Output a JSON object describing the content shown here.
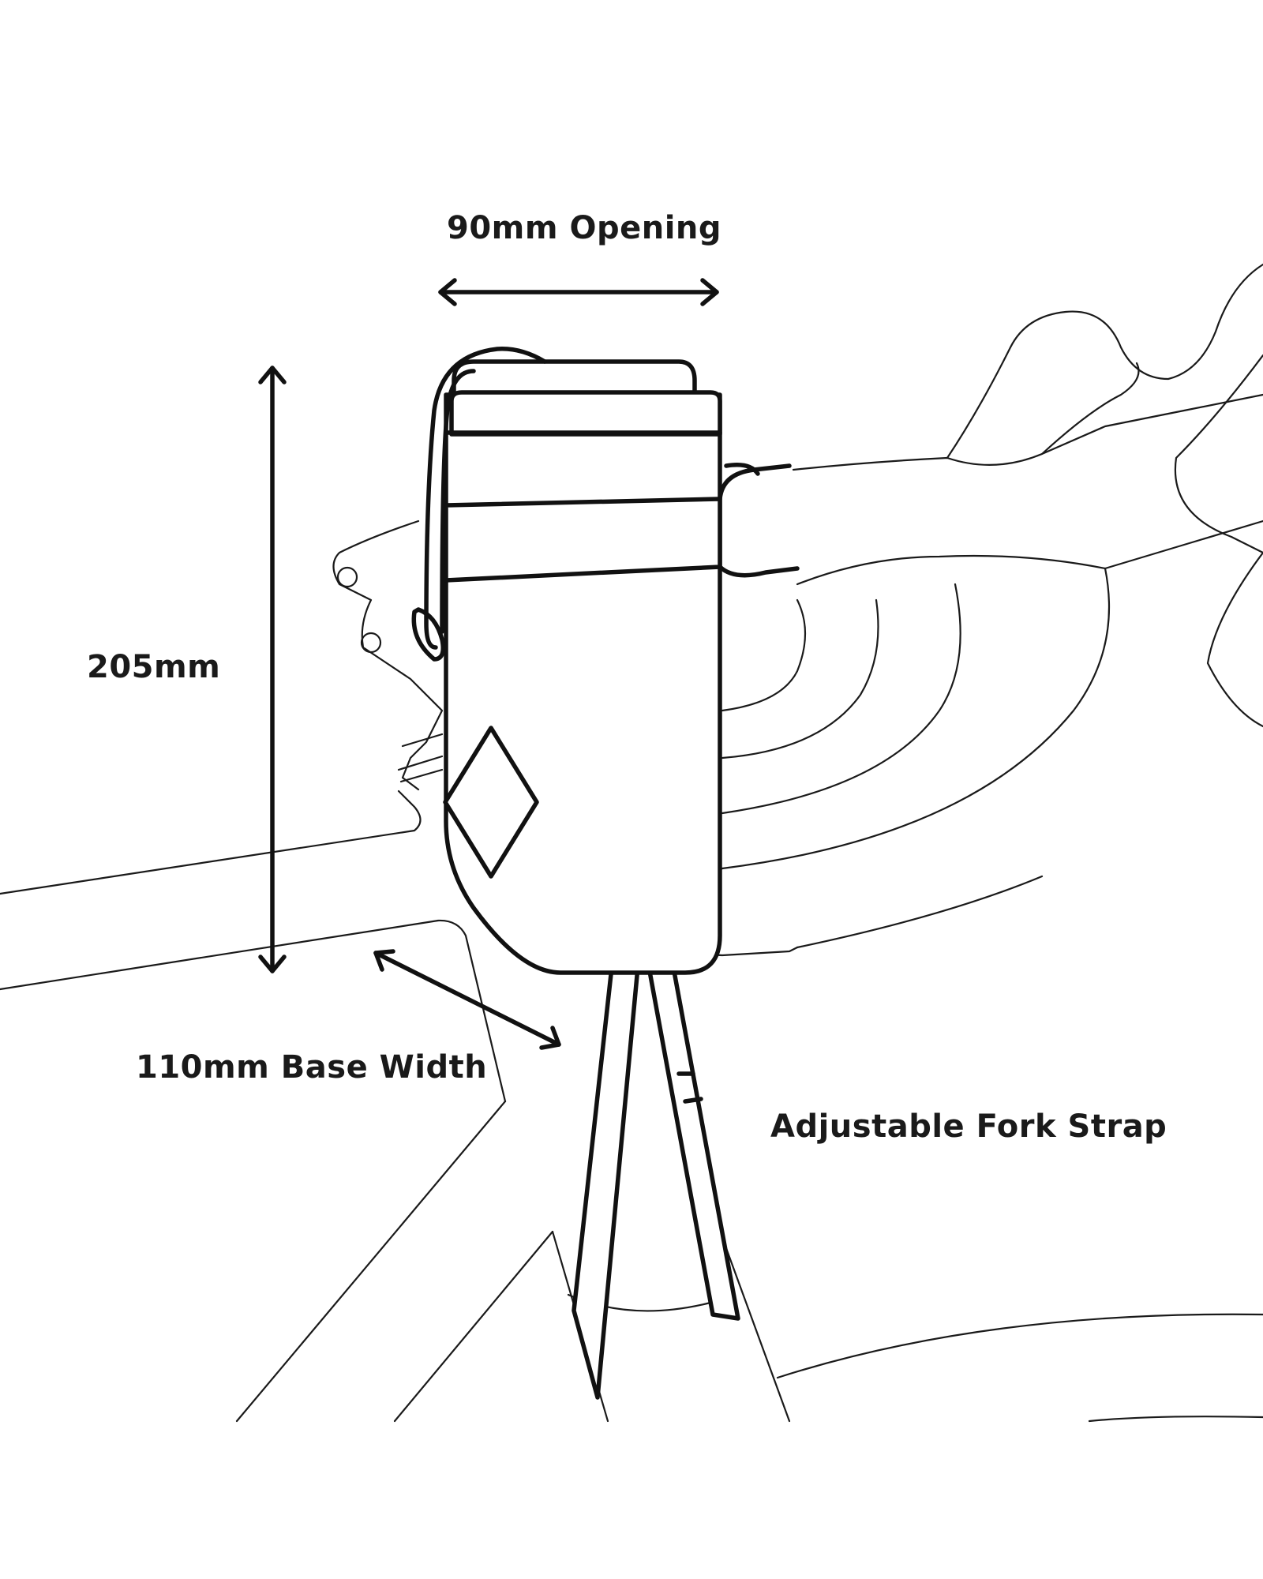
{
  "labels": {
    "opening": "90mm Opening",
    "height": "205mm",
    "base_width": "110mm Base Width",
    "fork_strap": "Adjustable Fork Strap"
  },
  "colors": {
    "line": "#111111",
    "background": "#ffffff"
  }
}
